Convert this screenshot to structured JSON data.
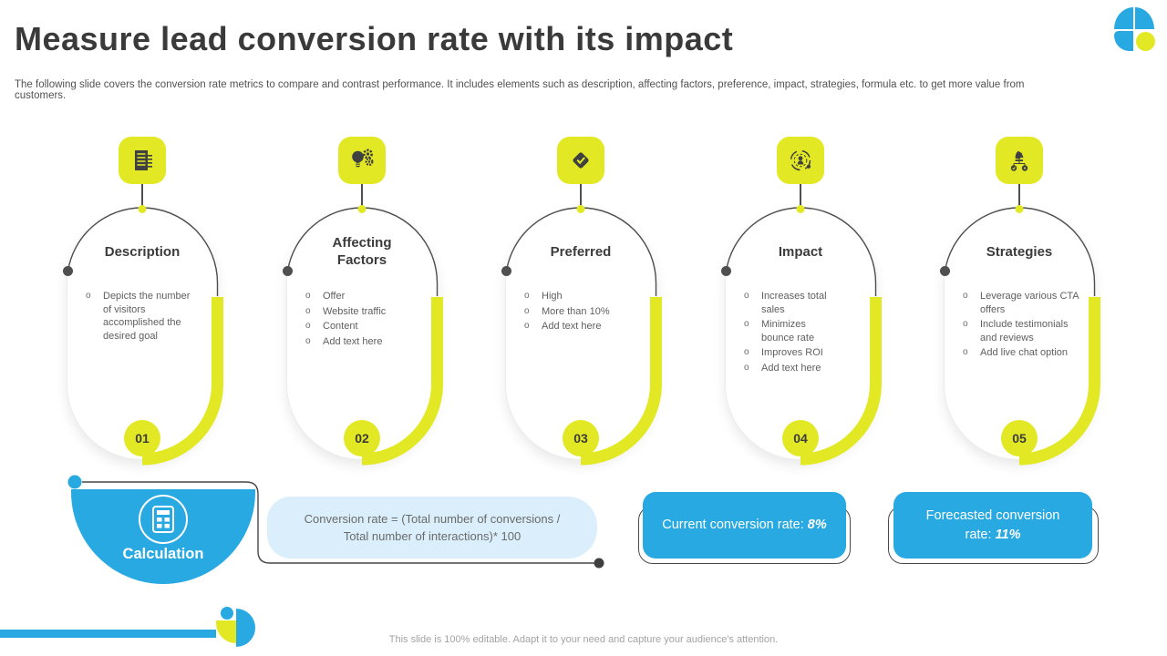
{
  "slide": {
    "title": "Measure lead conversion rate with its impact",
    "subtitle": "The following slide covers the conversion rate metrics to compare and contrast performance. It includes elements such as description, affecting factors, preference, impact, strategies, formula etc. to get more value from customers.",
    "footer_note": "This slide is 100% editable. Adapt it to your need and capture your audience's attention."
  },
  "columns": [
    {
      "number": "01",
      "title": "Description",
      "icon": "document-icon",
      "bullets": [
        "Depicts the number of visitors accomplished the desired goal"
      ]
    },
    {
      "number": "02",
      "title": "Affecting Factors",
      "icon": "bulb-gears-icon",
      "bullets": [
        "Offer",
        "Website traffic",
        "Content",
        "Add text here"
      ]
    },
    {
      "number": "03",
      "title": "Preferred",
      "icon": "sign-check-icon",
      "bullets": [
        "High",
        "More than 10%",
        "Add text here"
      ]
    },
    {
      "number": "04",
      "title": "Impact",
      "icon": "person-orbit-icon",
      "bullets": [
        "Increases total sales",
        "Minimizes bounce rate",
        "Improves ROI",
        "Add text here"
      ]
    },
    {
      "number": "05",
      "title": "Strategies",
      "icon": "knight-strategy-icon",
      "bullets": [
        "Leverage various CTA offers",
        "Include testimonials and reviews",
        "Add live chat option"
      ]
    }
  ],
  "calculation": {
    "label": "Calculation",
    "icon": "calculator-icon",
    "formula": "Conversion rate = (Total number of conversions / Total number of interactions)* 100"
  },
  "metrics": [
    {
      "label": "Current conversion rate:",
      "value": "8%"
    },
    {
      "label": "Forecasted conversion rate:",
      "value": "11%"
    }
  ],
  "colors": {
    "accent_blue": "#29a9e1",
    "accent_yellow": "#e3e824",
    "formula_bg": "#daeffb",
    "text_dark": "#3b3b3b",
    "text_gray": "#5f5f5f"
  }
}
